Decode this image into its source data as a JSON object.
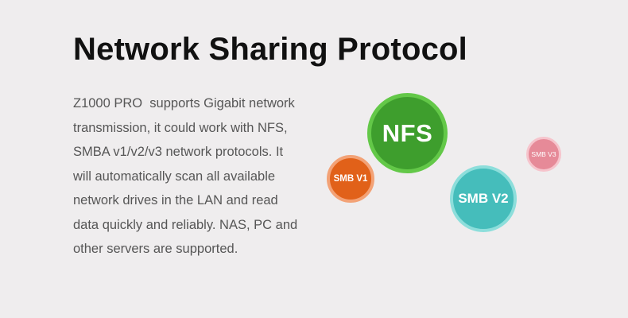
{
  "heading": {
    "title": "Network Sharing Protocol"
  },
  "description": {
    "lines": [
      "Z1000 PRO  supports Gigabit network",
      "transmission, it could work with NFS,",
      "SMBA v1/v2/v3 network protocols. It",
      "will automatically scan all available",
      "network drives in the LAN and read",
      "data quickly and reliably. NAS, PC and",
      "other servers are supported."
    ]
  },
  "protocols": {
    "nfs": {
      "label": "NFS",
      "fill": "#3e9e2d",
      "ring": "#63c848"
    },
    "smb_v1": {
      "label": "SMB V1",
      "fill": "#e16119",
      "ring": "#f3a276"
    },
    "smb_v2": {
      "label": "SMB V2",
      "fill": "#45bdbb",
      "ring": "#8ddedb"
    },
    "smb_v3": {
      "label": "SMB V3",
      "fill": "#e68a98",
      "ring": "#f6c4cc"
    }
  },
  "colors": {
    "background": "#efedee",
    "title": "#111111",
    "body_text": "#565656"
  }
}
